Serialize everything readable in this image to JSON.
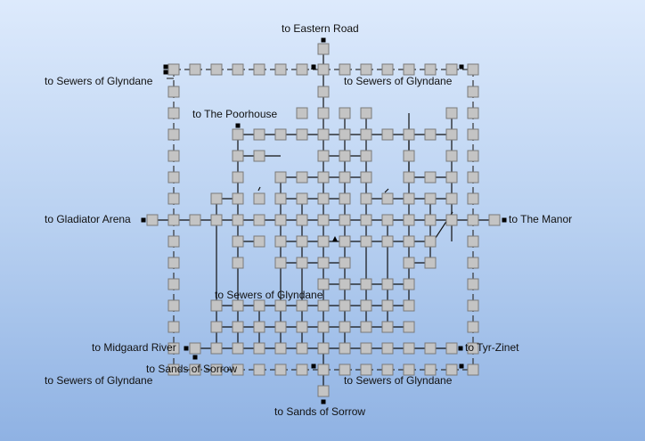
{
  "map": {
    "colors": {
      "room_fill": "#c4c4c4",
      "room_stroke": "#7a7a7a",
      "path_line": "#111111",
      "dashed_link": "#333333"
    },
    "exits": {
      "eastern_road": "to Eastern Road",
      "sewers_nw": "to Sewers of Glyndane",
      "sewers_ne": "to Sewers of Glyndane",
      "poorhouse": "to The Poorhouse",
      "gladiator_arena": "to Gladiator Arena",
      "the_manor": "to The Manor",
      "sewers_center": "to Sewers of Glyndane",
      "midgaard_river": "to Midgaard River",
      "tyr_zinet": "to Tyr-Zinet",
      "sands_inner": "to Sands of Sorrow",
      "sewers_sw": "to Sewers of Glyndane",
      "sewers_se": "to Sewers of Glyndane",
      "sands_south": "to Sands of Sorrow"
    }
  }
}
